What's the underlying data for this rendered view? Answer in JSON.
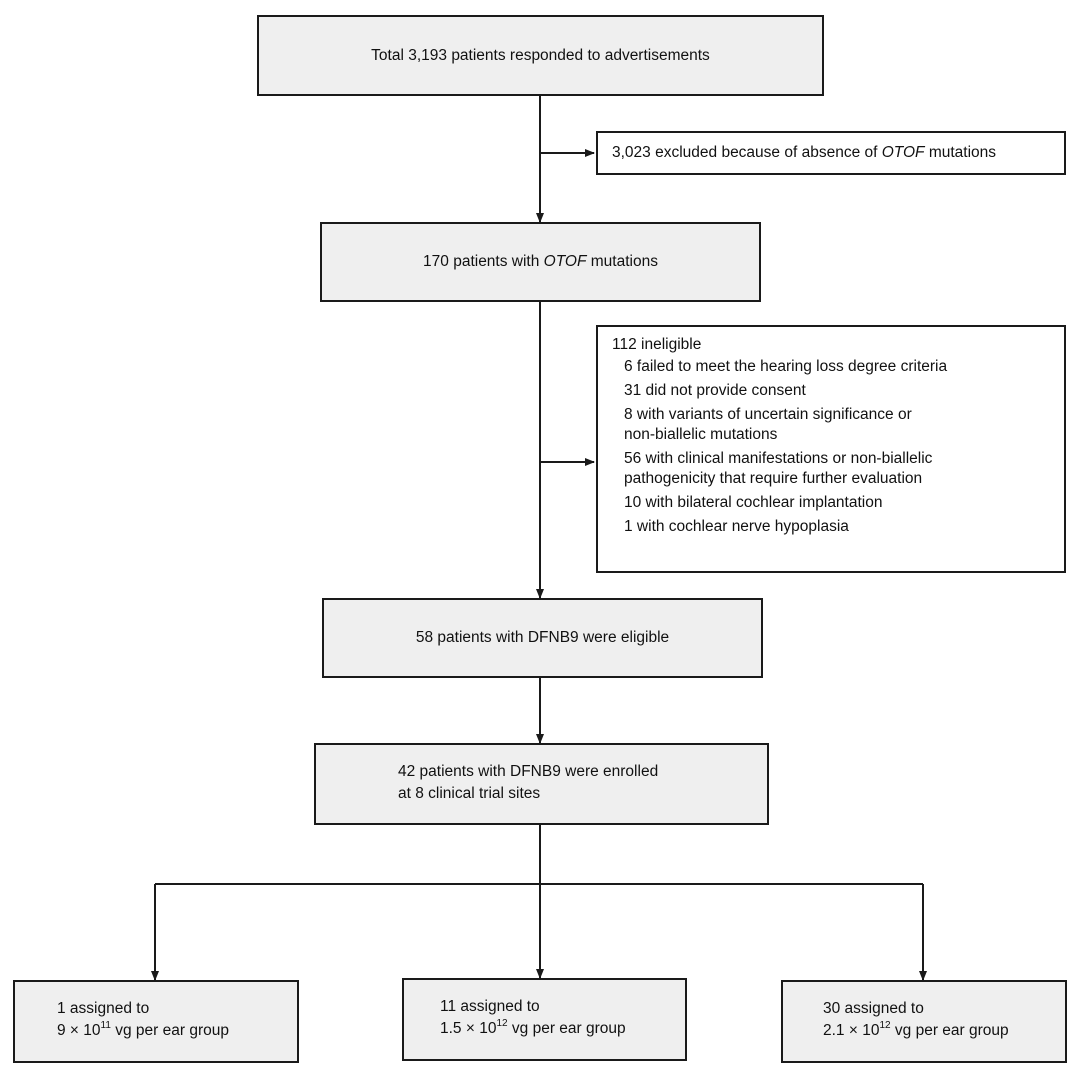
{
  "box_total": {
    "prefix": "Total 3,193 patients responded to advertisements"
  },
  "box_excluded_1": {
    "prefix": "3,023 excluded because of absence of ",
    "gene": "OTOF",
    "suffix": " mutations"
  },
  "box_otof": {
    "prefix": "170 patients with ",
    "gene": "OTOF",
    "suffix": " mutations"
  },
  "box_ineligible": {
    "header": "112 ineligible",
    "items": [
      [
        "6 failed to meet the hearing loss degree criteria"
      ],
      [
        "31 did not provide consent"
      ],
      [
        "8 with variants of uncertain significance or",
        "non-biallelic mutations"
      ],
      [
        "56 with clinical manifestations or non-biallelic",
        "pathogenicity that require further evaluation"
      ],
      [
        "10 with bilateral cochlear implantation"
      ],
      [
        "1 with cochlear nerve hypoplasia"
      ]
    ]
  },
  "box_eligible": {
    "text": "58 patients with DFNB9 were eligible"
  },
  "box_enrolled": {
    "line1": "42 patients with DFNB9 were enrolled",
    "line2": "at 8 clinical trial sites"
  },
  "groups": [
    {
      "line1": "1 assigned to",
      "dose_mantissa": "9",
      "dose_exponent": "11",
      "dose_suffix": " vg per ear group"
    },
    {
      "line1": "11 assigned to",
      "dose_mantissa": "1.5",
      "dose_exponent": "12",
      "dose_suffix": " vg per ear group"
    },
    {
      "line1": "30 assigned to",
      "dose_mantissa": "2.1",
      "dose_exponent": "12",
      "dose_suffix": " vg per ear group"
    }
  ],
  "colors": {
    "box_fill": "#efefef",
    "line": "#1a1a1a"
  }
}
